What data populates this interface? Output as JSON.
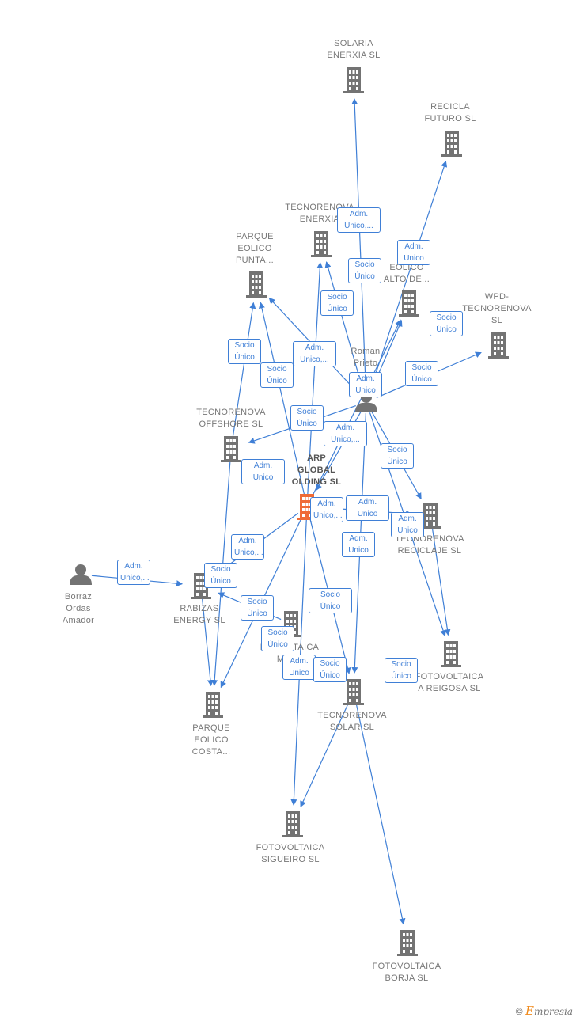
{
  "colors": {
    "edge": "#3f7fd6",
    "node": "#737373",
    "highlight": "#ef6a35",
    "label": "#777777",
    "brand": "#f08a1c"
  },
  "nodes": [
    {
      "id": "solaria",
      "type": "company",
      "label": "SOLARIA\nENERXIA  SL"
    },
    {
      "id": "recicla",
      "type": "company",
      "label": "RECICLA\nFUTURO  SL"
    },
    {
      "id": "tecno_enerxia",
      "type": "company",
      "label": "TECNORENOVA\nENERXIA"
    },
    {
      "id": "punta",
      "type": "company",
      "label": "PARQUE\nEOLICO\nPUNTA..."
    },
    {
      "id": "altode",
      "type": "company",
      "label": "PA\nEOLICO\nALTO DE..."
    },
    {
      "id": "wpd",
      "type": "company",
      "label": "WPD-\nTECNORENOVA\nSL"
    },
    {
      "id": "roman",
      "type": "person",
      "label": "Roman\nPrieto"
    },
    {
      "id": "offshore",
      "type": "company",
      "label": "TECNORENOVA\nOFFSHORE  SL"
    },
    {
      "id": "arp",
      "type": "company",
      "highlight": true,
      "label": "ARP\nGLOBAL\nOLDING  SL"
    },
    {
      "id": "reciclaje",
      "type": "company",
      "label": "TECNORENOVA\nRECICLAJE  SL"
    },
    {
      "id": "borraz",
      "type": "person",
      "label": "Borraz\nOrdas\nAmador"
    },
    {
      "id": "rabizas",
      "type": "company",
      "label": "RABIZAS\nENERGY  SL"
    },
    {
      "id": "melo",
      "type": "company",
      "label": "F     OVOLTAICA\nMELO"
    },
    {
      "id": "reigosa",
      "type": "company",
      "label": "FOTOVOLTAICA\nA REIGOSA  SL"
    },
    {
      "id": "costa",
      "type": "company",
      "label": "PARQUE\nEOLICO\nCOSTA..."
    },
    {
      "id": "solar",
      "type": "company",
      "label": "TECNORENOVA\nSOLAR  SL"
    },
    {
      "id": "sigueiro",
      "type": "company",
      "label": "FOTOVOLTAICA\nSIGUEIRO  SL"
    },
    {
      "id": "borja",
      "type": "company",
      "label": "FOTOVOLTAICA\nBORJA  SL"
    }
  ],
  "edges": [
    {
      "from": "roman",
      "to": "solaria",
      "label": "Adm.\nUnico,..."
    },
    {
      "from": "roman",
      "to": "recicla",
      "label": "Adm.\nUnico"
    },
    {
      "from": "roman",
      "to": "tecno_enerxia",
      "label": "Socio\nÚnico"
    },
    {
      "from": "roman",
      "to": "punta",
      "label": "Socio\nÚnico"
    },
    {
      "from": "roman",
      "to": "altode",
      "label": "Socio\nÚnico"
    },
    {
      "from": "roman",
      "to": "wpd",
      "label": "Socio\nÚnico"
    },
    {
      "from": "roman",
      "to": "offshore",
      "label": "Socio\nÚnico"
    },
    {
      "from": "roman",
      "to": "arp",
      "label": "Adm.\nUnico,..."
    },
    {
      "from": "roman",
      "to": "reciclaje",
      "label": "Socio\nÚnico"
    },
    {
      "from": "roman",
      "to": "solar",
      "label": "Socio\nÚnico"
    },
    {
      "from": "roman",
      "to": "reigosa",
      "label": "Socio\nÚnico"
    },
    {
      "from": "arp",
      "to": "tecno_enerxia",
      "label": "Adm.\nUnico,..."
    },
    {
      "from": "arp",
      "to": "punta",
      "label": "Adm.\nUnico"
    },
    {
      "from": "arp",
      "to": "altode",
      "label": "Adm.\nUnico"
    },
    {
      "from": "arp",
      "to": "reciclaje",
      "label": "Adm.\nUnico,..."
    },
    {
      "from": "arp",
      "to": "rabizas",
      "label": "Adm.\nUnico"
    },
    {
      "from": "arp",
      "to": "costa",
      "label": "Adm.\nUnico"
    },
    {
      "from": "arp",
      "to": "solar",
      "label": "Adm.\nUnico,..."
    },
    {
      "from": "arp",
      "to": "sigueiro",
      "label": "Adm.\nUnico"
    },
    {
      "from": "offshore",
      "to": "punta",
      "label": "Socio\nÚnico"
    },
    {
      "from": "offshore",
      "to": "costa",
      "label": "Adm.\nUnico,..."
    },
    {
      "from": "borraz",
      "to": "rabizas",
      "label": "Socio\nÚnico"
    },
    {
      "from": "rabizas",
      "to": "costa",
      "label": "Socio\nÚnico"
    },
    {
      "from": "melo",
      "to": "rabizas",
      "label": "Socio\nÚnico"
    },
    {
      "from": "reciclaje",
      "to": "reigosa",
      "label": "Adm.\nUnico"
    },
    {
      "from": "solar",
      "to": "sigueiro",
      "label": "Socio\nÚnico"
    },
    {
      "from": "solar",
      "to": "borja",
      "label": "Socio\nÚnico"
    }
  ],
  "watermark": {
    "copyright": "©",
    "brand_initial": "E",
    "brand_rest": "mpresia"
  }
}
